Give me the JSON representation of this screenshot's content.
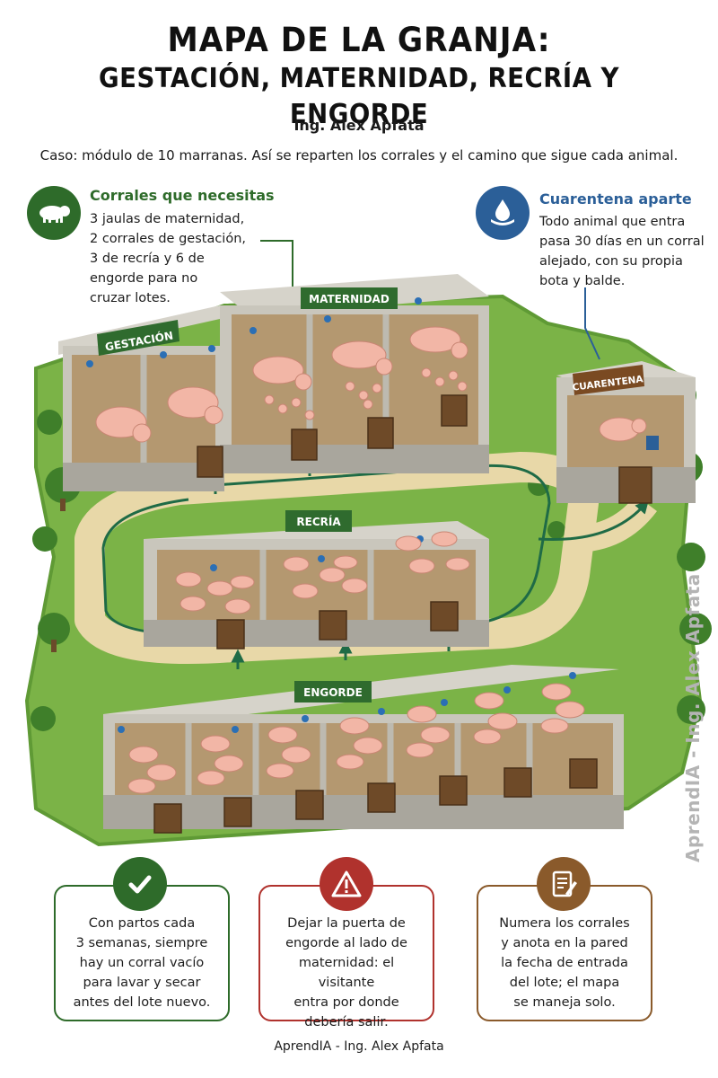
{
  "title": {
    "line1": "MAPA DE LA GRANJA:",
    "line2": "GESTACIÓN, MATERNIDAD, RECRÍA Y ENGORDE"
  },
  "author": "Ing. Alex Apfata",
  "subtitle": "Caso: módulo de 10 marranas. Así se reparten los corrales y el camino que sigue cada animal.",
  "callouts": {
    "left": {
      "heading": "Corrales que necesitas",
      "lines": [
        "3 jaulas de maternidad,",
        "2 corrales de gestación,",
        "3 de recría y 6 de",
        "engorde para no",
        "cruzar lotes."
      ],
      "icon": "pig-icon",
      "color": "#2e6b2a"
    },
    "right": {
      "heading": "Cuarentena aparte",
      "lines": [
        "Todo animal que entra",
        "pasa 30 días en un corral",
        "alejado, con su propia",
        "bota y balde."
      ],
      "icon": "water-drop-icon",
      "color": "#2b5f98"
    }
  },
  "zones": {
    "gestacion": "GESTACIÓN",
    "maternidad": "MATERNIDAD",
    "cuarentena": "CUARENTENA",
    "recria": "RECRÍA",
    "engorde": "ENGORDE"
  },
  "colors": {
    "zone_label_bg": "#2f6b2e",
    "quarantine_label_bg": "#7a4a22",
    "path_arrow": "#1f6b46",
    "grass": "#79b445",
    "path": "#e8d8a8",
    "wall": "#bdbab0",
    "floor": "#b49870",
    "pig": "#f2b6a6"
  },
  "tips": [
    {
      "icon": "check-icon",
      "lines": [
        "Con partos cada",
        "3 semanas, siempre",
        "hay un corral vacío",
        "para lavar y secar",
        "antes del lote nuevo."
      ]
    },
    {
      "icon": "warning-icon",
      "lines": [
        "Dejar la puerta de",
        "engorde al lado de",
        "maternidad: el visitante",
        "entra por donde",
        "debería salir."
      ]
    },
    {
      "icon": "notepad-icon",
      "lines": [
        "Numera los corrales",
        "y anota en la pared",
        "la fecha de entrada",
        "del lote; el mapa",
        "se maneja solo."
      ]
    }
  ],
  "watermark": "AprendIA - Ing. Alex Apfata",
  "footer": "AprendIA - Ing. Alex Apfata"
}
